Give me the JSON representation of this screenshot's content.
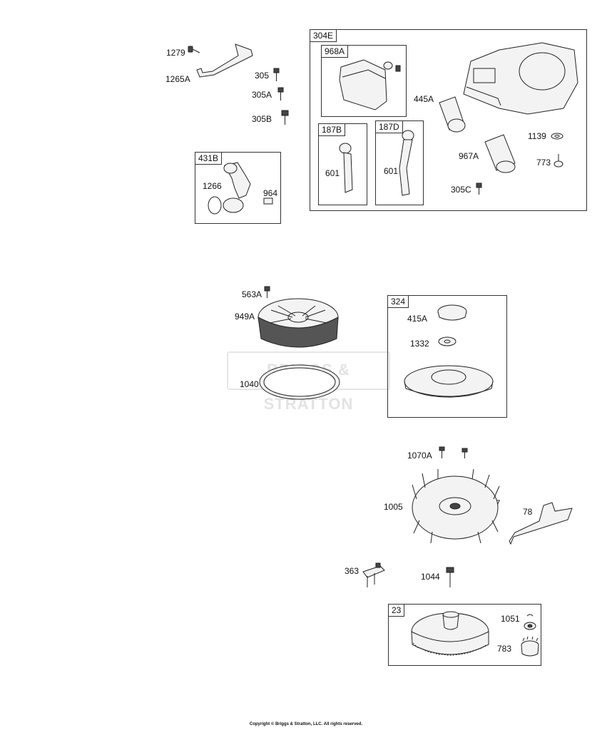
{
  "labels": {
    "p1279": "1279",
    "p1265A": "1265A",
    "p305": "305",
    "p305A": "305A",
    "p305B": "305B",
    "p1266": "1266",
    "p964": "964",
    "p445A": "445A",
    "p1139": "1139",
    "p967A": "967A",
    "p773": "773",
    "p305C": "305C",
    "p601a": "601",
    "p601b": "601",
    "p563A": "563A",
    "p949A": "949A",
    "p1040": "1040",
    "p415A": "415A",
    "p1332": "1332",
    "p1070A": "1070A",
    "p1005": "1005",
    "p37": "37",
    "p78": "78",
    "p363": "363",
    "p1044": "1044",
    "p1051": "1051",
    "p783": "783"
  },
  "kits": {
    "k431B": "431B",
    "k304E": "304E",
    "k968A": "968A",
    "k187B": "187B",
    "k187D": "187D",
    "k324": "324",
    "k23": "23"
  },
  "watermark": "BRIGGS & STRATTON",
  "copyright": "Copyright © Briggs & Stratton, LLC. All rights reserved."
}
